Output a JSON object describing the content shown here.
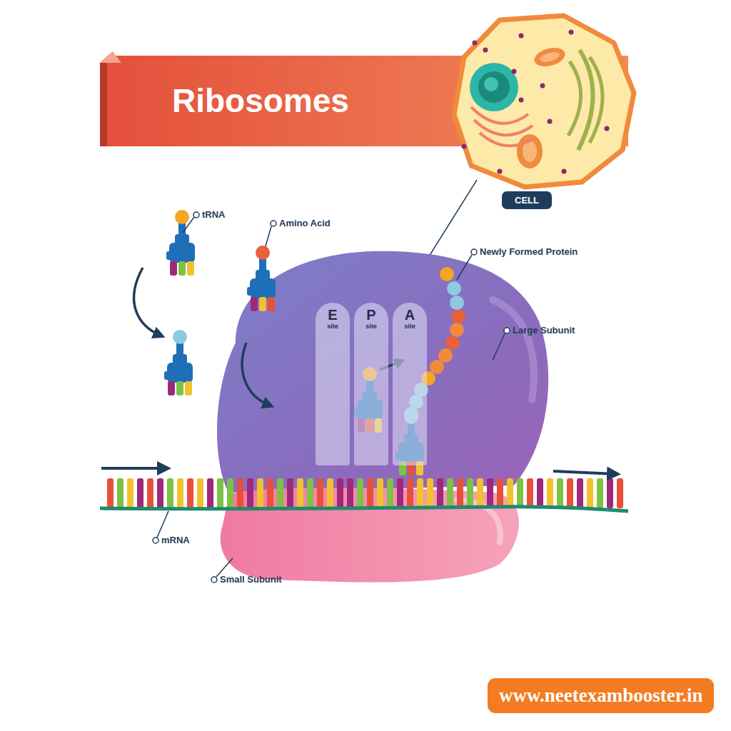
{
  "diagram": {
    "title": "Ribosomes",
    "nodes": [
      {
        "text": [
          "CELL"
        ]
      },
      {
        "text": [
          "E",
          "site"
        ]
      },
      {
        "text": [
          "P",
          "site"
        ]
      },
      {
        "text": [
          "A",
          "site"
        ]
      },
      {
        "text": [
          "www.neetexambooster.in"
        ]
      }
    ],
    "labels": [
      "tRNA",
      "Amino Acid",
      "Newly Formed Protein",
      "Large Subunit",
      "mRNA",
      "Small Subunit"
    ]
  }
}
